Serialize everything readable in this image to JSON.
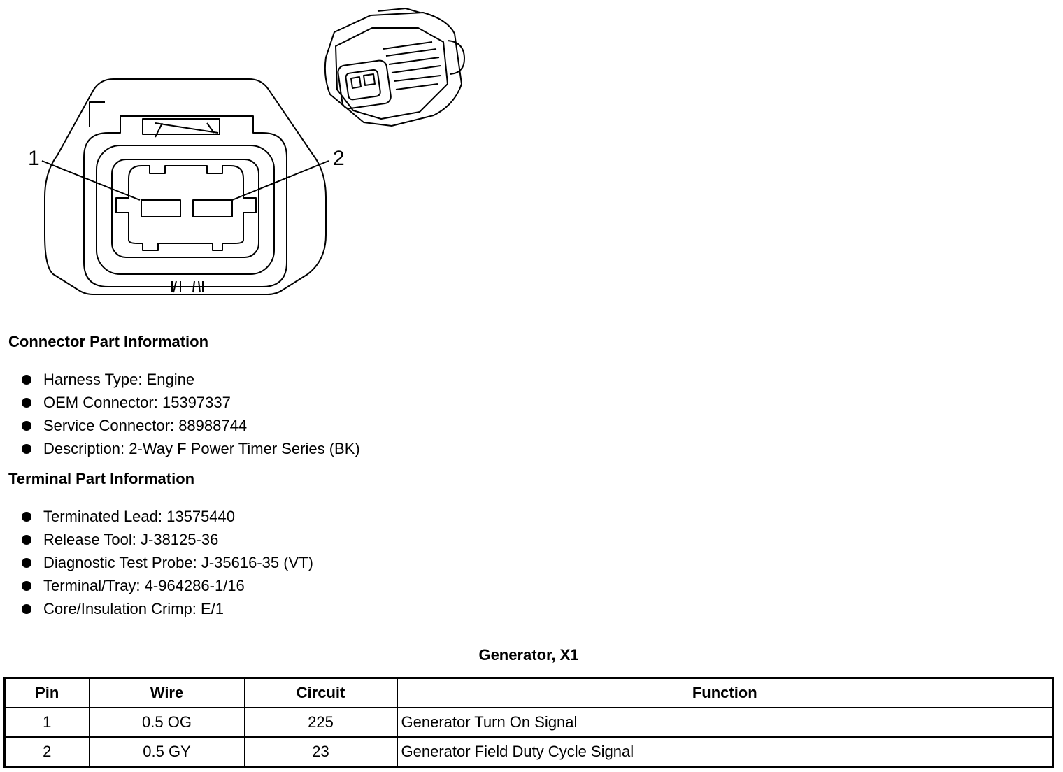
{
  "diagram": {
    "callouts": [
      "1",
      "2"
    ]
  },
  "connector_info": {
    "title": "Connector Part Information",
    "items": [
      "Harness Type: Engine",
      "OEM Connector: 15397337",
      "Service Connector: 88988744",
      "Description: 2-Way F Power Timer Series (BK)"
    ]
  },
  "terminal_info": {
    "title": "Terminal Part Information",
    "items": [
      "Terminated Lead: 13575440",
      "Release Tool: J-38125-36",
      "Diagnostic Test Probe: J-35616-35 (VT)",
      "Terminal/Tray: 4-964286-1/16",
      "Core/Insulation Crimp: E/1"
    ]
  },
  "table": {
    "title": "Generator, X1",
    "headers": [
      "Pin",
      "Wire",
      "Circuit",
      "Function"
    ],
    "rows": [
      [
        "1",
        "0.5 OG",
        "225",
        "Generator Turn On Signal"
      ],
      [
        "2",
        "0.5 GY",
        "23",
        "Generator Field Duty Cycle Signal"
      ]
    ]
  }
}
